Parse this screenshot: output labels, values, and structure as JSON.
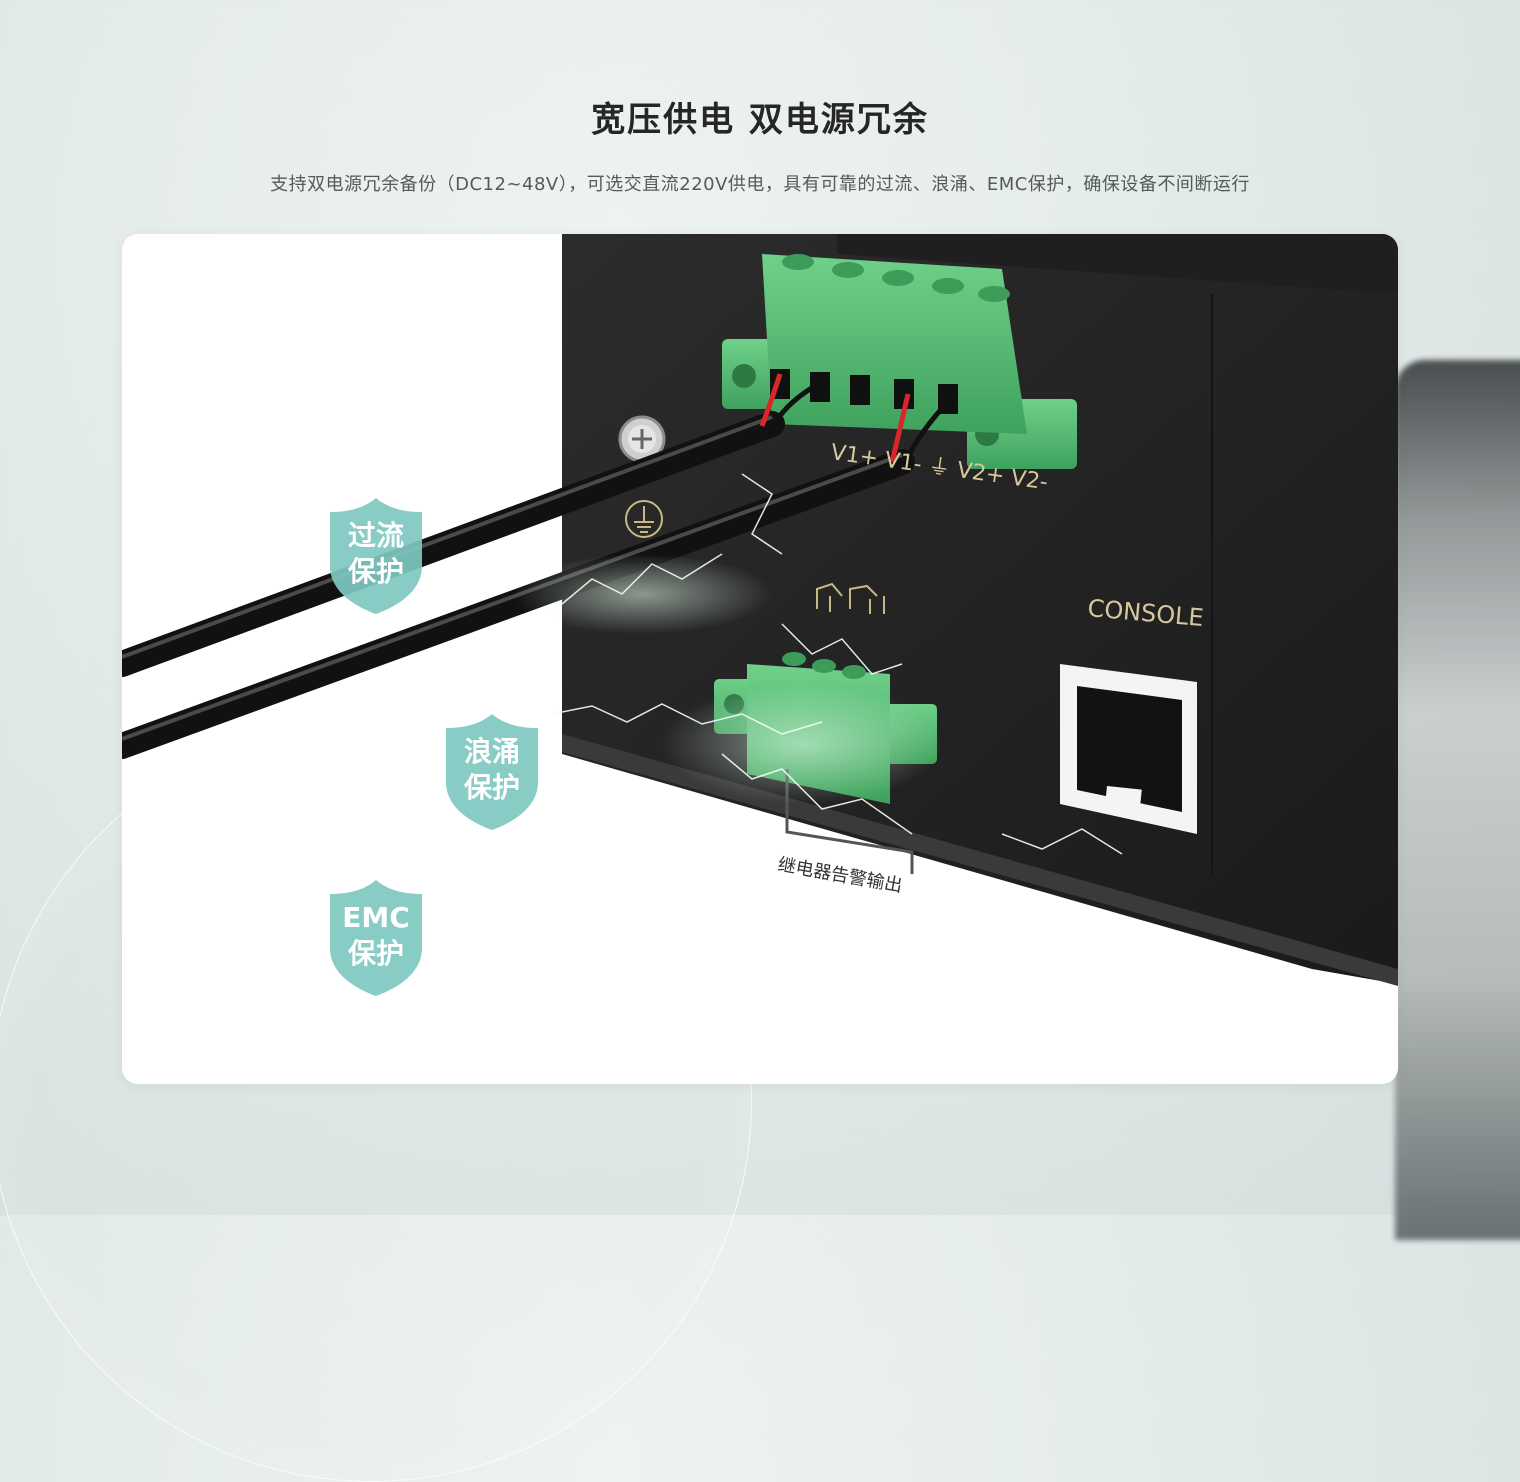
{
  "title": "宽压供电  双电源冗余",
  "subtitle": "支持双电源冗余备份（DC12~48V），可选交直流220V供电，具有可靠的过流、浪涌、EMC保护，确保设备不间断运行",
  "badges": [
    {
      "line1": "过流",
      "line2": "保护"
    },
    {
      "line1": "浪涌",
      "line2": "保护"
    },
    {
      "line1": "EMC",
      "line2": "保护"
    }
  ],
  "device": {
    "terminal_labels": "V1+ V1- ⏚ V2+ V2-",
    "console_label": "CONSOLE",
    "relay_label": "继电器告警输出"
  },
  "colors": {
    "badge": "#7ec8c0",
    "terminal_green": "#5fbf78",
    "device_body": "#262626",
    "label_gold": "#d6c79c"
  }
}
